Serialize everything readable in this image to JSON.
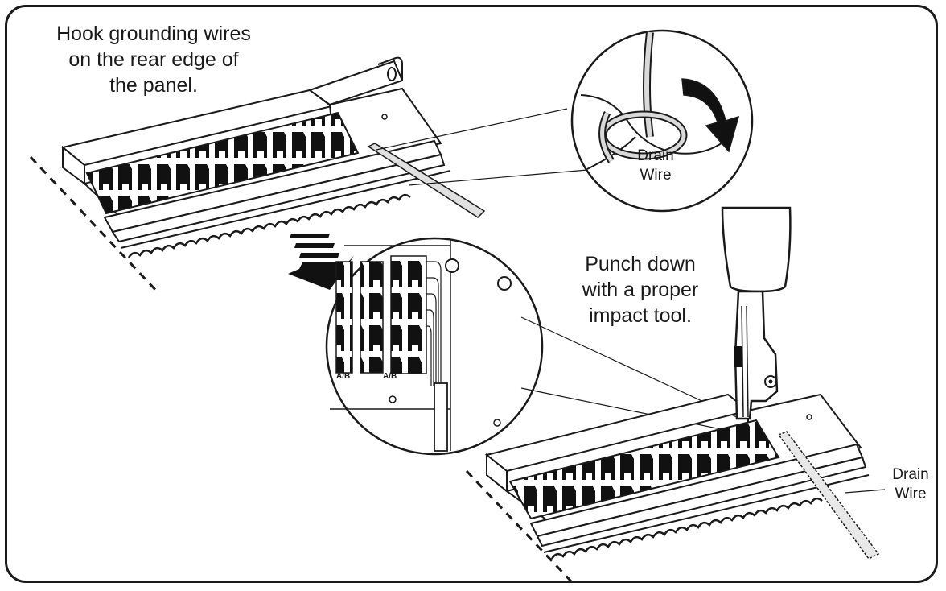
{
  "callouts": {
    "hook_text": "Hook grounding wires\non the rear edge of\nthe panel.",
    "punch_text": "Punch down\nwith a proper\nimpact tool."
  },
  "labels": {
    "drain_wire_top": "Drain\nWire",
    "drain_wire_bottom": "Drain\nWire",
    "zoom_pair_left": "A/B",
    "zoom_pair_right": "A/B"
  },
  "colors": {
    "line": "#1a1a1a",
    "block": "#111111",
    "wire": "#d9d9d9",
    "background": "#ffffff"
  }
}
